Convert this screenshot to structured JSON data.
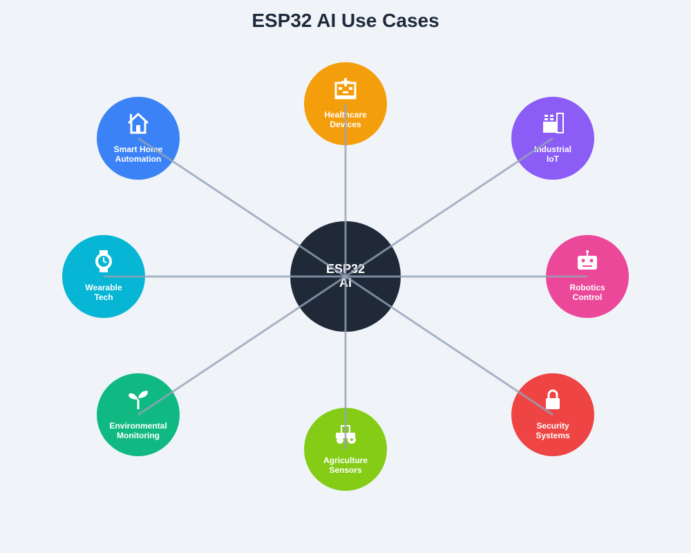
{
  "title": "ESP32 AI Use Cases",
  "center": {
    "label": "ESP32\nAI",
    "color": "#1f2937"
  },
  "line_color": "#94a3b8",
  "nodes": [
    {
      "label": "Healthcare\nDevices",
      "icon": "hospital-icon",
      "color": "#f59e0b"
    },
    {
      "label": "Industrial\nIoT",
      "icon": "factory-icon",
      "color": "#8b5cf6"
    },
    {
      "label": "Robotics\nControl",
      "icon": "robot-icon",
      "color": "#ec4899"
    },
    {
      "label": "Security\nSystems",
      "icon": "lock-icon",
      "color": "#ef4444"
    },
    {
      "label": "Agriculture\nSensors",
      "icon": "tractor-icon",
      "color": "#84cc16"
    },
    {
      "label": "Environmental\nMonitoring",
      "icon": "seedling-icon",
      "color": "#10b981"
    },
    {
      "label": "Wearable\nTech",
      "icon": "watch-icon",
      "color": "#06b6d4"
    },
    {
      "label": "Smart Home\nAutomation",
      "icon": "house-icon",
      "color": "#3b82f6"
    }
  ]
}
